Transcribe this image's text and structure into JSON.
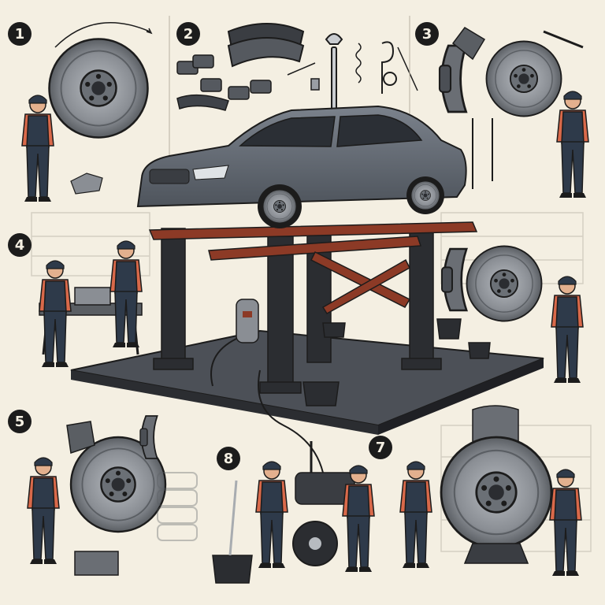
{
  "steps": [
    {
      "label": "1"
    },
    {
      "label": "2"
    },
    {
      "label": "3"
    },
    {
      "label": "4"
    },
    {
      "label": "5"
    },
    {
      "label": "8"
    },
    {
      "label": "7"
    }
  ],
  "colors": {
    "background": "#f4efe2",
    "car_body": "#5f6670",
    "lift_frame": "#2b2d31",
    "lift_arms": "#8c3a26",
    "worker_shirt": "#d9694a",
    "worker_overalls": "#2e3a4a",
    "brake_disc": "#8a8e94",
    "ink": "#1c1c1c"
  },
  "icons": [
    "brake-disc-icon",
    "brake-pad-icon",
    "wrench-icon",
    "spring-icon",
    "bolt-icon",
    "caliper-icon",
    "bucket-icon",
    "tire-icon"
  ]
}
